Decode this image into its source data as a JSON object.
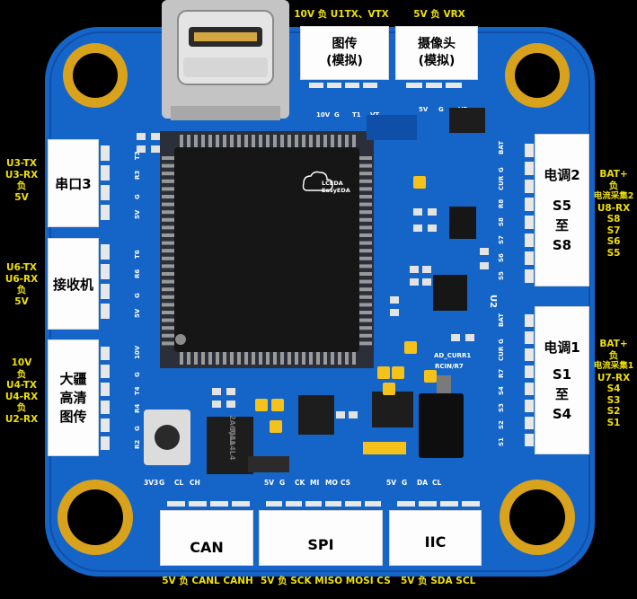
{
  "board": {
    "colors": {
      "pcb": "#1565c8",
      "pcb_dark": "#0f4fa8",
      "pad_gold": "#d8a21c",
      "label_yellow": "#f0e000",
      "connector_white": "#fdfdfd",
      "chip_black": "#161616"
    },
    "logo_text": [
      "LCEDA",
      "EasyEDA"
    ],
    "silk_text": [
      "AD_CURR1",
      "RCIN/R7",
      "U2"
    ],
    "mcu_icon": "cloud-icon"
  },
  "top_labels": [
    {
      "id": "vtx_top",
      "text": "10V 负 U1TX、VTX"
    },
    {
      "id": "cam_top",
      "text": "5V 负 VRX"
    }
  ],
  "top_connectors": [
    {
      "id": "vtx_analog",
      "lines": [
        "图传",
        "(模拟)"
      ],
      "pins": [
        "10V",
        "G",
        "T1",
        "VT"
      ]
    },
    {
      "id": "camera_analog",
      "lines": [
        "摄像头",
        "(模拟)"
      ],
      "pins": [
        "5V",
        "G",
        "VR"
      ]
    }
  ],
  "left_connectors": [
    {
      "id": "uart3",
      "text": "串口3",
      "pins": [
        "5V",
        "G",
        "R3",
        "T3"
      ],
      "side": [
        "U3-TX",
        "U3-RX",
        "负",
        "5V"
      ]
    },
    {
      "id": "receiver",
      "text": "接收机",
      "pins": [
        "5V",
        "G",
        "R6",
        "T6"
      ],
      "side": [
        "U6-TX",
        "U6-RX",
        "负",
        "5V"
      ]
    },
    {
      "id": "dji_hd",
      "lines": [
        "大疆",
        "高清",
        "图传"
      ],
      "pins": [
        "R2",
        "G",
        "R4",
        "T4",
        "G",
        "10V"
      ],
      "side": [
        "10V",
        "负",
        "U4-TX",
        "U4-RX",
        "负",
        "U2-RX"
      ]
    }
  ],
  "right_connectors": [
    {
      "id": "esc2",
      "lines": [
        "电调2",
        "S5",
        "至",
        "S8"
      ],
      "pins": [
        "BAT",
        "G",
        "CUR",
        "R8",
        "S8",
        "S7",
        "S6",
        "S5"
      ],
      "side": [
        "BAT+",
        "负",
        "电流采集2",
        "U8-RX",
        "S8",
        "S7",
        "S6",
        "S5"
      ]
    },
    {
      "id": "esc1",
      "lines": [
        "电调1",
        "S1",
        "至",
        "S4"
      ],
      "pins": [
        "BAT",
        "G",
        "CUR",
        "R7",
        "S4",
        "S3",
        "S2",
        "S1"
      ],
      "side": [
        "BAT+",
        "负",
        "电流采集1",
        "U7-RX",
        "S4",
        "S3",
        "S2",
        "S1"
      ]
    }
  ],
  "bottom_connectors": [
    {
      "id": "can",
      "text": "CAN",
      "pins": [
        "3V3",
        "G",
        "CL",
        "CH"
      ],
      "label": "5V 负 CANL  CANH"
    },
    {
      "id": "spi",
      "text": "SPI",
      "pins": [
        "5V",
        "G",
        "CK",
        "MI",
        "MO",
        "CS"
      ],
      "label": "5V 负 SCK MISO MOSI CS"
    },
    {
      "id": "iic",
      "text": "IIC",
      "pins": [
        "5V",
        "G",
        "DA",
        "CL"
      ],
      "label": "5V 负 SDA SCL"
    }
  ],
  "chips": {
    "can_transceiver": [
      "2A6031",
      "TJA1",
      "A4L4"
    ]
  }
}
